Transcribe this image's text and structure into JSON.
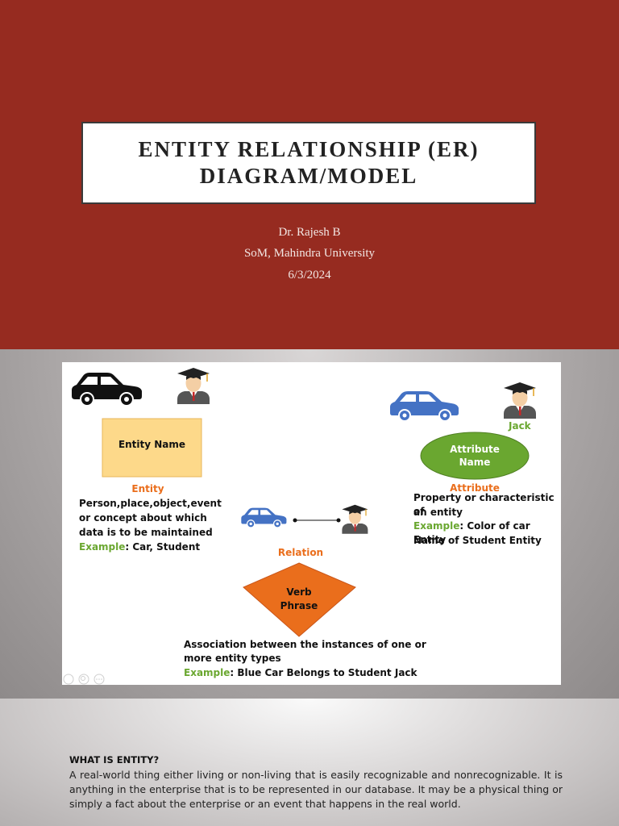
{
  "slide1": {
    "title_line1": "ENTITY RELATIONSHIP (ER)",
    "title_line2": "DIAGRAM/MODEL",
    "author": "Dr. Rajesh B",
    "affiliation": "SoM, Mahindra University",
    "date": "6/3/2024",
    "colors": {
      "background": "#962b20"
    }
  },
  "slide2": {
    "entity_box_label": "Entity Name",
    "entity_caption": "Entity",
    "entity_desc_line1": "Person,place,object,event",
    "entity_desc_line2": "or concept about which",
    "entity_desc_line3": "data is to be maintained",
    "entity_example_label": "Example",
    "entity_example_text": ": Car, Student",
    "jack_label": "Jack",
    "attribute_line1": "Attribute",
    "attribute_line2": "Name",
    "attribute_caption": "Attribute",
    "attribute_desc_line1": "Property or characteristic of",
    "attribute_desc_line2": "an entity",
    "attribute_example_label": "Example",
    "attribute_example_text": ": Color of car Entity",
    "attribute_example_line2": "Name of Student Entity",
    "relation_caption": "Relation",
    "relation_line1": "Verb",
    "relation_line2": "Phrase",
    "relation_desc_line1": "Association between the instances of one or",
    "relation_desc_line2": "more entity types",
    "relation_example_label": "Example",
    "relation_example_text": ": Blue Car Belongs to Student Jack",
    "icons": [
      "black-car-icon",
      "student-icon",
      "blue-car-icon",
      "zoom-icon",
      "more-icon"
    ],
    "colors": {
      "orange": "#ea6e1c",
      "green": "#6aa730",
      "entity_box": "#fdd98a",
      "blue_car": "#4472c4"
    }
  },
  "slide3": {
    "heading": "WHAT IS ENTITY?",
    "body": "A real-world thing either living or non-living that is easily recognizable and nonrecognizable. It is anything in the enterprise that is to be represented in our database. It may be a physical thing or simply a fact about the enterprise or an event that happens in the real world."
  }
}
